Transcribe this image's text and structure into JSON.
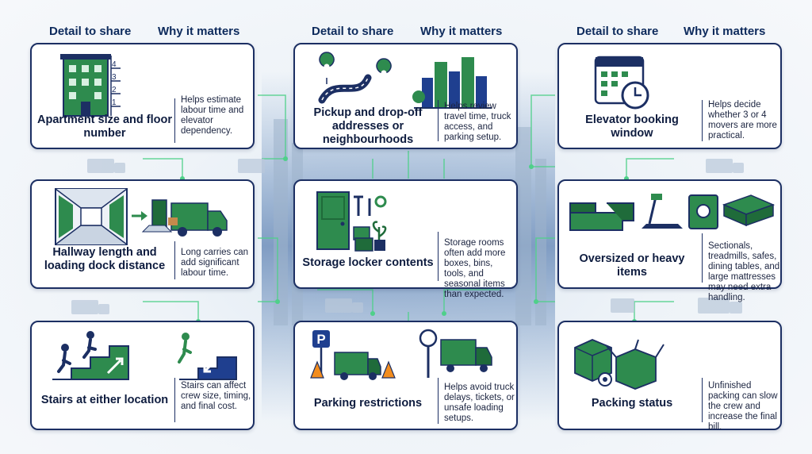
{
  "headers": [
    {
      "detail": "Detail to share",
      "why": "Why it matters"
    },
    {
      "detail": "Detail to share",
      "why": "Why it matters"
    },
    {
      "detail": "Detail to share",
      "why": "Why it matters"
    }
  ],
  "cards": [
    {
      "label": "Apartment size and floor number",
      "desc": "Helps estimate labour time and elevator dependency.",
      "floors": [
        "4",
        "3",
        "2",
        "1"
      ]
    },
    {
      "label": "Pickup and drop-off addresses or neighbourhoods",
      "desc": "Helps review travel time, truck access, and parking setup."
    },
    {
      "label": "Elevator booking window",
      "desc": "Helps decide whether 3 or 4 movers are more practical."
    },
    {
      "label": "Hallway length and loading dock distance",
      "desc": "Long carries can add significant labour time."
    },
    {
      "label": "Storage locker contents",
      "desc": "Storage rooms often add more boxes, bins, tools, and seasonal items than expected."
    },
    {
      "label": "Oversized or heavy items",
      "desc": "Sectionals, treadmills, safes, dining tables, and large mattresses may need extra handling."
    },
    {
      "label": "Stairs at either location",
      "desc": "Stairs can affect crew size, timing, and final cost."
    },
    {
      "label": "Parking restrictions",
      "desc": "Helps avoid truck delays, tickets, or unsafe loading setups.",
      "sign": "P"
    },
    {
      "label": "Packing status",
      "desc": "Unfinished packing can slow the crew and increase the final bill."
    }
  ],
  "colors": {
    "navy": "#1c2f63",
    "green": "#2e8b4e",
    "darkgreen": "#1f6b3a",
    "blue": "#1f3f8f",
    "orange": "#f28c1e"
  }
}
